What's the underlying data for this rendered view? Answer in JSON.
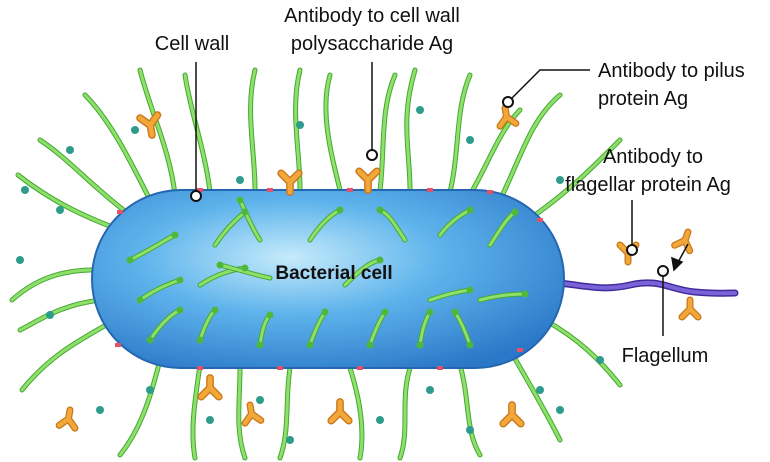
{
  "labels": {
    "cell_wall": "Cell wall",
    "ab_cell_wall_1": "Antibody to cell wall",
    "ab_cell_wall_2": "polysaccharide Ag",
    "ab_pilus_1": "Antibody to pilus",
    "ab_pilus_2": "protein Ag",
    "ab_flagellar_1": "Antibody to",
    "ab_flagellar_2": "flagellar protein Ag",
    "bacterial_cell": "Bacterial cell",
    "flagellum": "Flagellum"
  },
  "colors": {
    "cell_fill": "#4aa6e8",
    "cell_highlight": "#a9dbf7",
    "pilus": "#7fd65a",
    "pilus_dark": "#45a833",
    "antibody": "#f0a030",
    "antibody_dark": "#c97718",
    "flagellum": "#6b52c8",
    "dot_teal": "#2e9c8c",
    "cell_wall_mark": "#e8506a",
    "leader_line": "#111111"
  },
  "icons": [
    "antibody-icon",
    "pilus-icon",
    "flagellum-icon",
    "leader-dot-icon"
  ]
}
